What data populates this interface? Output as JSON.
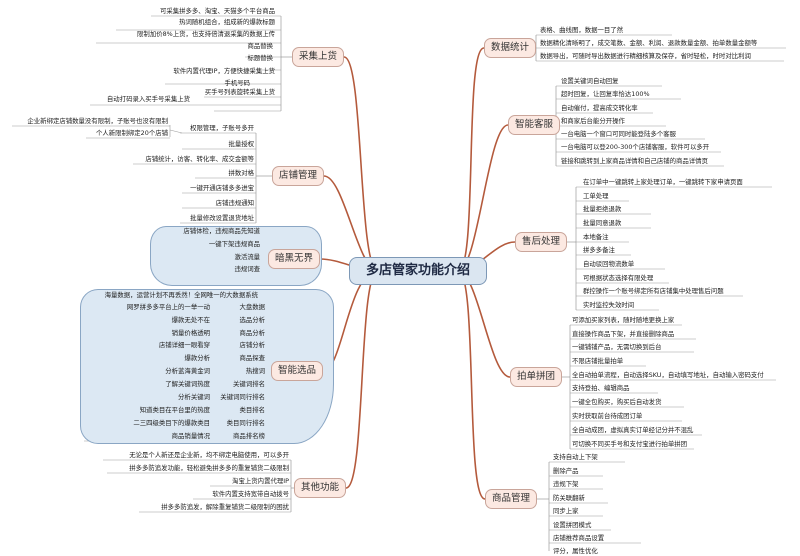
{
  "center": "多店管家功能介绍",
  "branches": {
    "caiji": {
      "label": "采集上货",
      "items": [
        "可采集拼多多、淘宝、天猫多个平台商品",
        "热词随机组合，组成新的爆款标题",
        "限制加价8%上货，也支持倍清退采集的数据上传",
        "商品替换",
        "标题替换",
        "软件内置代理IP，方便快捷采集上货",
        "手机号码",
        "买手号列表旋转采集上货",
        "自动打码录入买手号采集上货"
      ]
    },
    "dianpu": {
      "label": "店铺管理",
      "items": [
        "权限管理，子账号多开",
        "批量授权",
        "店铺统计，访客、转化率、成交金额等",
        "拼数对格",
        "一键开通店铺多多进宝",
        "店铺违规通知",
        "批量修改设置退货地址"
      ],
      "sub": [
        "企业新绑定店铺数量没有限制，子账号也没有限制",
        "个人新限制绑定20个店铺"
      ]
    },
    "anhei": {
      "label": "暗黑无界",
      "items": [
        "店铺体检，违规商品先知道",
        "一键下架违规商品",
        "激活流量",
        "违规词查"
      ]
    },
    "zhineng": {
      "label": "智能选品",
      "rows": [
        [
          "海量数据，运营计划不再丢然！全网唯一的大数据系统",
          ""
        ],
        [
          "网罗拼多多平台上的一举一动",
          "大盘数据"
        ],
        [
          "爆款无处不在",
          "选品分析"
        ],
        [
          "销量价格透明",
          "商品分析"
        ],
        [
          "店铺详细一眼看穿",
          "店铺分析"
        ],
        [
          "爆款分析",
          "商品探查"
        ],
        [
          "分析蓝海黄金词",
          "热搜词"
        ],
        [
          "了解关键词热度",
          "关键词排名"
        ],
        [
          "分析关键词",
          "关键词同行排名"
        ],
        [
          "知道类目在平台里的热度",
          "类目排名"
        ],
        [
          "二三四级类目下的爆款类目",
          "类目同行排名"
        ],
        [
          "商品销量情况",
          "商品排名榜"
        ]
      ]
    },
    "qita": {
      "label": "其他功能",
      "items": [
        "无论是个人新还是企业新，均不绑定电脑使用，可以多开",
        "拼多多防追发功能，轻松避免拼多多的重复铺货二级限制",
        "淘宝上货内置代理IP",
        "软件内置支持宽带自动拨号",
        "拼多多防追发，解除重复铺货二级限制的困扰"
      ]
    },
    "shuju": {
      "label": "数据统计",
      "items": [
        "表格、曲线图，数据一目了然",
        "数据精化清晰明了，成交笔数、金额、利润、退款数量金额、拍单数量金额等",
        "数据导出，可随时导出数据进行精细核算及保存，省时轻松，时时对比利润"
      ]
    },
    "kefu": {
      "label": "智能客服",
      "items": [
        "设置关键词自动回复",
        "超时回复，让回复率恰达100%",
        "自动催付，提高成交转化率",
        "和商家后台能分开操作",
        "一台电脑一个窗口可同时能登陆多个客服",
        "一台电脑可以登200-300个店铺客服，软件可以多开",
        "链接和跳转到上家商品详情和自己店铺的商品详情页"
      ]
    },
    "shouhou": {
      "label": "售后处理",
      "items": [
        "在订单中一键跳转上家处理订单，一键跳转下家申请页面",
        "工单处理",
        "批量拒绝退款",
        "批量同意退款",
        "本地备注",
        "拼多多备注",
        "自动驳回物流数单",
        "可根据状态选择有限处理",
        "群控操作一个账号绑定所有店铺集中处理售后问题",
        "实时监控失效时间"
      ]
    },
    "paidan": {
      "label": "拍单拼团",
      "items": [
        "可添加买家列表，随时随地更换上家",
        "直接操作商品下架，并直接删除商品",
        "一键铺铺产品，无需切换到后台",
        "不限店铺批量拍单",
        "全自动拍单流程，自动选择SKU，自动填写地址，自动输入密码支付",
        "支持登拍、编辑商品",
        "一键全包购买，购买后自动发货",
        "实时获取前台待成团订单",
        "全自动成团，虚拟真实订单经记分并不混乱",
        "可切换不同买手号和支付宝进行拍单拼团"
      ]
    },
    "shangpin": {
      "label": "商品管理",
      "items": [
        "支持自动上下架",
        "删除产品",
        "违规下架",
        "防关联翻新",
        "同步上家",
        "设置拼团模式",
        "店铺推荐商品设置",
        "评分，属性优化"
      ]
    }
  }
}
